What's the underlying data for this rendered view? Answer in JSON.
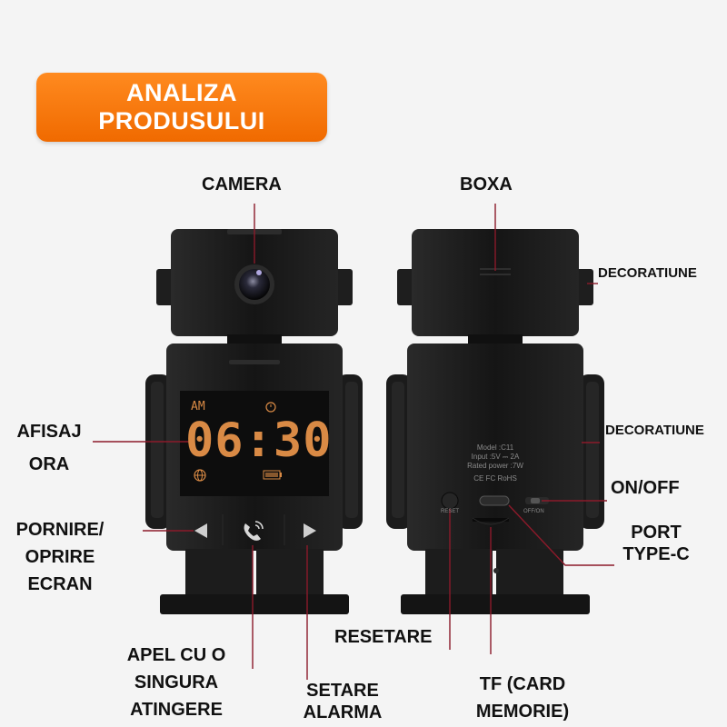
{
  "title": {
    "line1": "ANALIZA",
    "line2": "PRODUSULUI"
  },
  "front_labels": {
    "camera": "CAMERA",
    "afisaj_ora_1": "AFISAJ",
    "afisaj_ora_2": "ORA",
    "pornire_1": "PORNIRE/",
    "pornire_2": "OPRIRE",
    "pornire_3": "ECRAN",
    "apel_1": "APEL CU O",
    "apel_2": "SINGURA",
    "apel_3": "ATINGERE",
    "setare_1": "SETARE",
    "setare_2": "ALARMA"
  },
  "back_labels": {
    "boxa": "BOXA",
    "decoratiune_1": "DECORATIUNE",
    "decoratiune_2": "DECORATIUNE",
    "on_off": "ON/OFF",
    "port_1": "PORT",
    "port_2": "TYPE-C",
    "resetare": "RESETARE",
    "tf_1": "TF (CARD",
    "tf_2": "MEMORIE)"
  },
  "display": {
    "am": "AM",
    "time": "06:30"
  },
  "back_panel": {
    "model": "Model :C11",
    "input": "Input :5V ⎓ 2A",
    "power": "Rated power :7W",
    "marks": "CE FC RoHS",
    "reset": "RESET",
    "onoff": "OFF/ON"
  },
  "colors": {
    "accent": "#f06a00",
    "line": "#8b1a2a",
    "body": "#1a1a1a",
    "lcd": "#d98a45"
  }
}
